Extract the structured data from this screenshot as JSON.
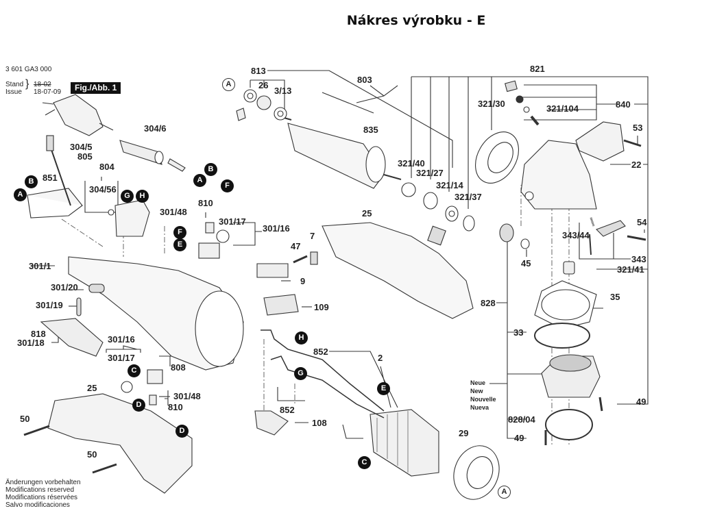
{
  "title": "Nákres výrobku - E",
  "header": {
    "part_number": "3 601 GA3 000",
    "stand_label": "Stand",
    "issue_label": "Issue",
    "stand_date": "18-02",
    "issue_date": "18-07-09",
    "figure_label": "Fig./Abb. 1"
  },
  "callouts": {
    "A": "A",
    "B": "B",
    "C": "C",
    "D": "D",
    "E": "E",
    "F": "F",
    "G": "G",
    "H": "H"
  },
  "parts": {
    "p813": "813",
    "p26": "26",
    "p3_13": "3/13",
    "p803": "803",
    "p835": "835",
    "p821": "821",
    "p321_30": "321/30",
    "p321_104": "321/104",
    "p840": "840",
    "p53": "53",
    "p22": "22",
    "p321_40": "321/40",
    "p321_27": "321/27",
    "p321_14": "321/14",
    "p321_37": "321/37",
    "p25_top": "25",
    "p54": "54",
    "p343_44": "343/44",
    "p343": "343",
    "p45": "45",
    "p321_41": "321/41",
    "p35": "35",
    "p828": "828",
    "p33": "33",
    "p828_04": "828/04",
    "p49_right": "49",
    "p49_bottom": "49",
    "p29": "29",
    "p304_6": "304/6",
    "p304_5": "304/5",
    "p805": "805",
    "p804": "804",
    "p851": "851",
    "p304_56": "304/56",
    "p301_48_top": "301/48",
    "p810_top": "810",
    "p301_17_top": "301/17",
    "p301_16_top": "301/16",
    "p47": "47",
    "p7": "7",
    "p9": "9",
    "p109": "109",
    "p301_1": "301/1",
    "p301_20": "301/20",
    "p301_19": "301/19",
    "p818": "818",
    "p301_18": "301/18",
    "p301_16_bottom": "301/16",
    "p301_17_bottom": "301/17",
    "p808": "808",
    "p301_48_bottom": "301/48",
    "p810_bottom": "810",
    "p25_bottom": "25",
    "p50_a": "50",
    "p50_b": "50",
    "p852_top": "852",
    "p852_bottom": "852",
    "p2": "2",
    "p108": "108"
  },
  "new_labels": [
    "Neue",
    "New",
    "Nouvelle",
    "Nueva"
  ],
  "footer": [
    "Änderungen vorbehalten",
    "Modifications reserved",
    "Modifications réservées",
    "Salvo modificaciones"
  ]
}
